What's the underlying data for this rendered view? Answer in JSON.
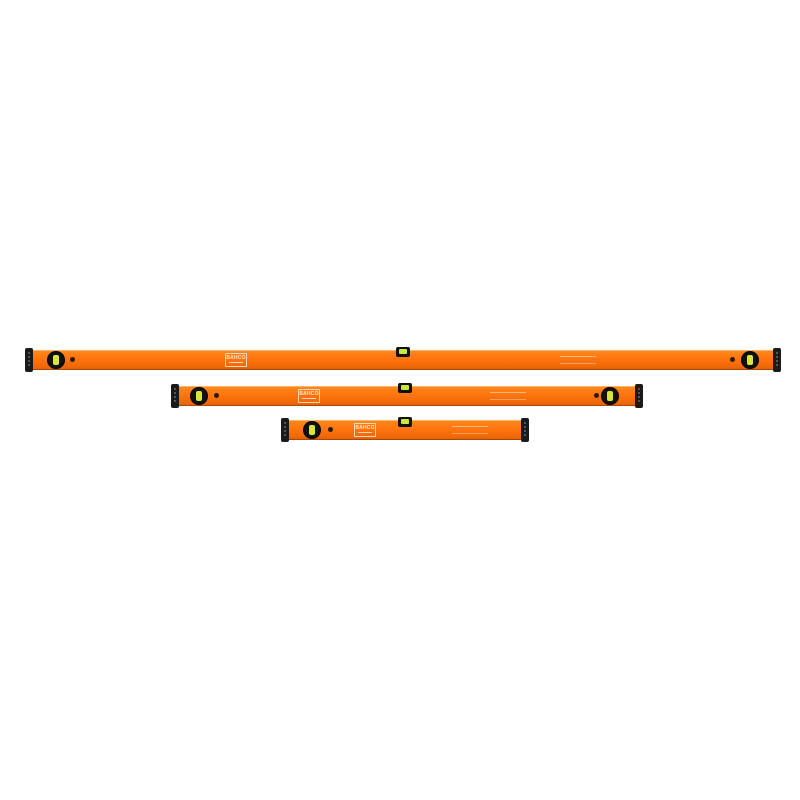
{
  "scene": {
    "description_colors": {
      "background": "#ffffff",
      "body_orange": "#ff7410",
      "endcap_black": "#1a1a1a",
      "vial_green": "#d8e63a"
    }
  },
  "levels": [
    {
      "brand_label": "BAHCO"
    },
    {
      "brand_label": "BAHCO"
    },
    {
      "brand_label": "BAHCO"
    }
  ]
}
